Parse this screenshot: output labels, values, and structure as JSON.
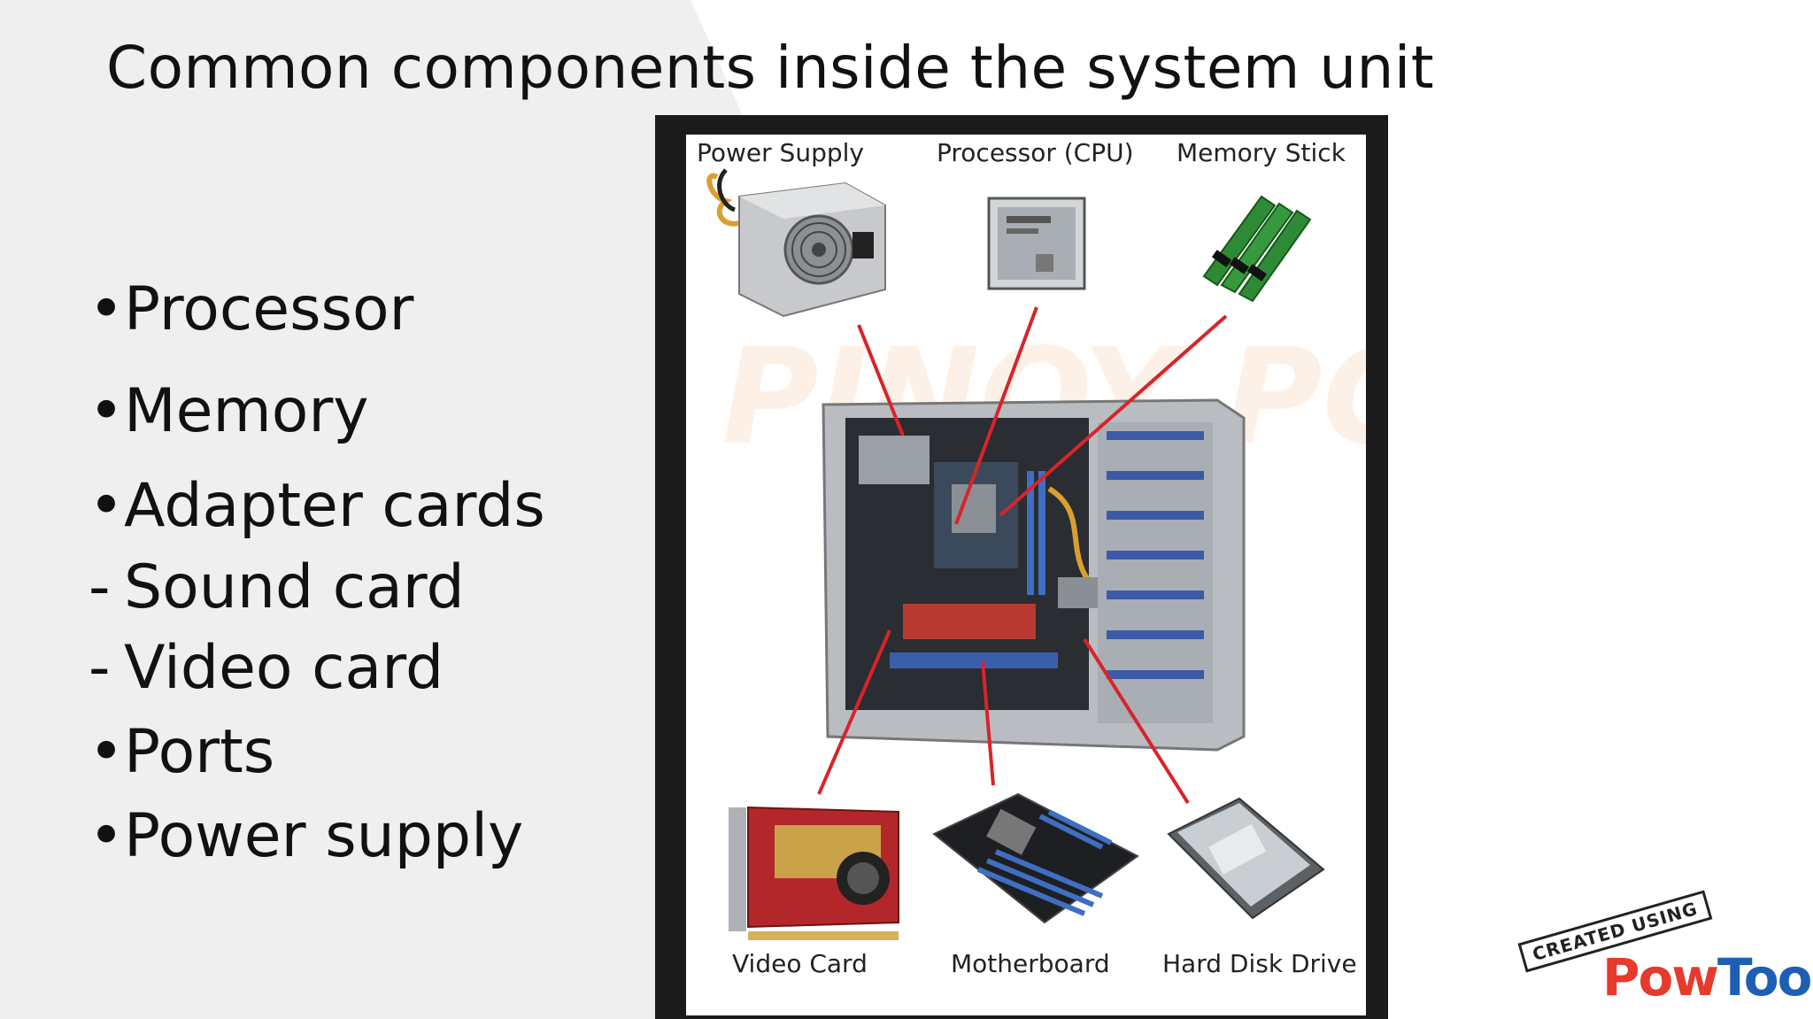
{
  "slide": {
    "title": "Common components inside the system unit"
  },
  "bullets": [
    {
      "marker": "•",
      "text": "Processor"
    },
    {
      "marker": "•",
      "text": "Memory"
    },
    {
      "marker": "•",
      "text": "Adapter cards"
    },
    {
      "marker": "-",
      "text": "Sound card"
    },
    {
      "marker": "-",
      "text": "Video card"
    },
    {
      "marker": "•",
      "text": "Ports"
    },
    {
      "marker": "•",
      "text": "Power supply"
    }
  ],
  "diagram": {
    "labels": {
      "power_supply": "Power Supply",
      "processor": "Processor (CPU)",
      "memory": "Memory Stick",
      "video_card": "Video Card",
      "motherboard": "Motherboard",
      "hard_disk": "Hard Disk Drive"
    },
    "watermark": "PINOY PC",
    "connector_color": "#d8242a"
  },
  "logo": {
    "badge": "CREATED USING",
    "word_part1": "Pow",
    "word_part2": "Toon"
  }
}
